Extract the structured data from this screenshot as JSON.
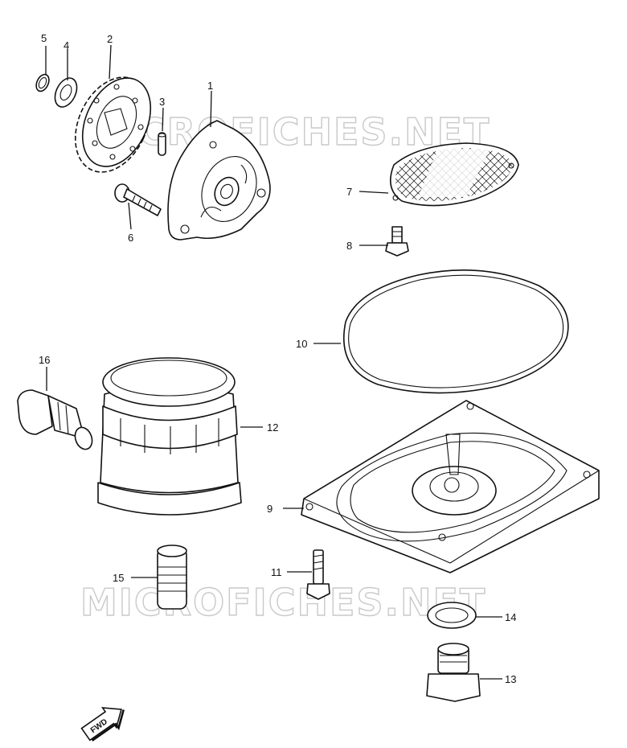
{
  "watermark": {
    "top": "MICROFICHES.NET",
    "bottom": "MICROFICHES.NET"
  },
  "callouts": {
    "c1": "1",
    "c2": "2",
    "c3": "3",
    "c4": "4",
    "c5": "5",
    "c6": "6",
    "c7": "7",
    "c8": "8",
    "c9": "9",
    "c10": "10",
    "c11": "11",
    "c12": "12",
    "c13": "13",
    "c14": "14",
    "c15": "15",
    "c16": "16"
  },
  "direction_arrow": {
    "label": "FWD",
    "icon": "fwd-arrow-icon"
  }
}
